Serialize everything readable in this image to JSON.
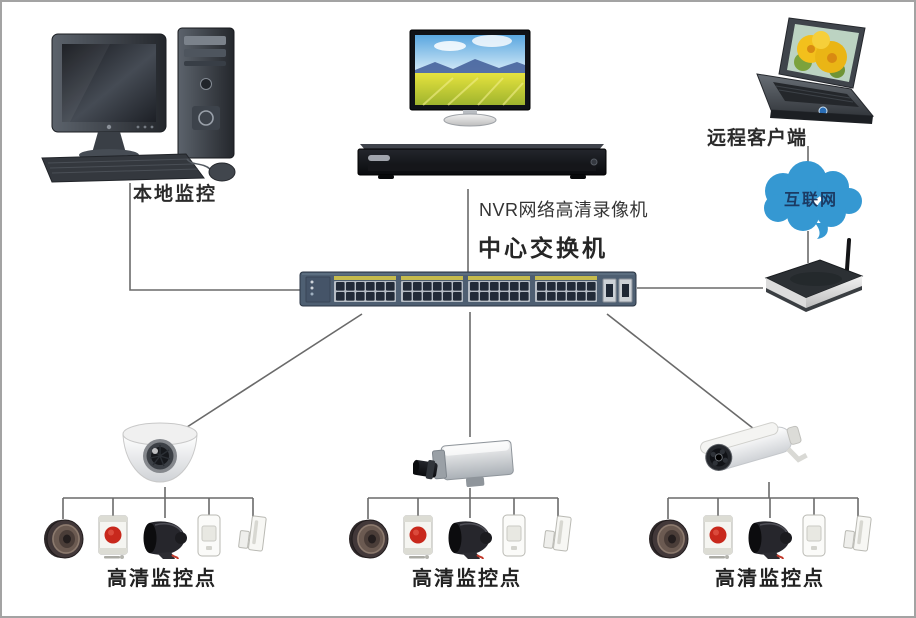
{
  "labels": {
    "local_monitor": "本地监控",
    "nvr_recorder": "NVR网络高清录像机",
    "core_switch": "中心交换机",
    "remote_client": "远程客户端",
    "internet": "互联网"
  },
  "bottom_groups": [
    {
      "label": "高清监控点",
      "camera_icon": "dome-camera-icon",
      "device_icons": [
        "speaker-icon",
        "panic-button-icon",
        "siren-icon",
        "pir-sensor-icon",
        "door-contact-icon"
      ]
    },
    {
      "label": "高清监控点",
      "camera_icon": "box-camera-icon",
      "device_icons": [
        "speaker-icon",
        "panic-button-icon",
        "siren-icon",
        "pir-sensor-icon",
        "door-contact-icon"
      ]
    },
    {
      "label": "高清监控点",
      "camera_icon": "bullet-camera-icon",
      "device_icons": [
        "speaker-icon",
        "panic-button-icon",
        "siren-icon",
        "pir-sensor-icon",
        "door-contact-icon"
      ]
    }
  ],
  "nodes": [
    "desktop-pc",
    "tv-monitor",
    "nvr-recorder",
    "laptop",
    "internet-cloud",
    "wireless-router",
    "core-switch",
    "dome-camera",
    "box-camera",
    "bullet-camera"
  ],
  "colors": {
    "background": "#ffffff",
    "border_gray": "#a3a3a3",
    "line_gray": "#6a6a6a",
    "cloud_blue": "#3598d2",
    "internet_text": "#1b3a63",
    "switch_body": "#4e5f72",
    "switch_port_label_yellow": "#c6bb4d",
    "alarm_button_red": "#c8281c"
  }
}
